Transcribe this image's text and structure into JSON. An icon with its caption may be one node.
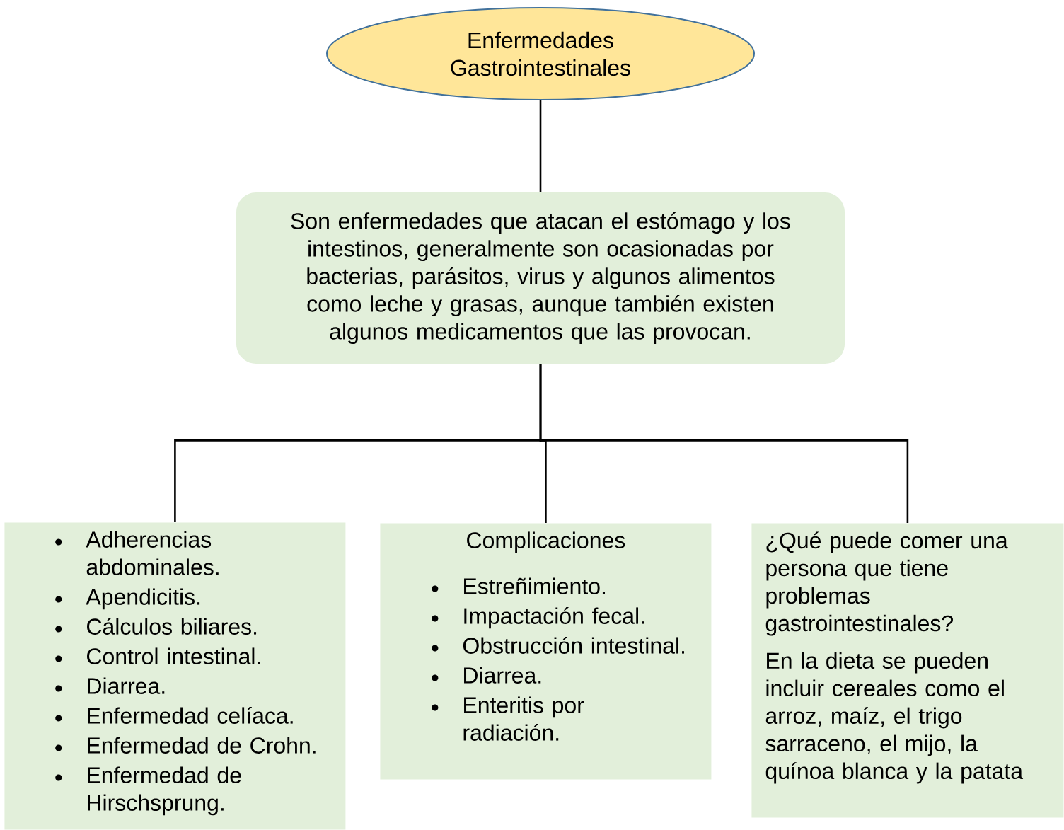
{
  "diagram": {
    "nodes": [
      {
        "text": [
          "Enfermedades Gastrointestinales"
        ]
      },
      {
        "text": [
          "Son enfermedades que atacan el estómago y los intestinos, generalmente son ocasionadas por bacterias, parásitos, virus y algunos alimentos como leche y grasas, aunque también existen algunos medicamentos que las provocan."
        ]
      },
      {
        "text": [
          "Adherencias abdominales.",
          "Apendicitis.",
          "Cálculos biliares.",
          "Control intestinal.",
          "Diarrea.",
          "Enfermedad celíaca.",
          "Enfermedad de Crohn.",
          "Enfermedad de Hirschsprung."
        ]
      },
      {
        "text": [
          "Complicaciones",
          "Estreñimiento.",
          "Impactación fecal.",
          "Obstrucción intestinal.",
          "Diarrea.",
          "Enteritis por radiación."
        ]
      },
      {
        "text": [
          "¿Qué puede comer una persona que tiene problemas gastrointestinales?",
          "En la dieta se pueden incluir cereales como el arroz, maíz, el trigo sarraceno, el mijo, la quínoa blanca y la patata"
        ]
      }
    ],
    "edges": [
      {
        "from": 0,
        "to": 1,
        "arrow": "none"
      },
      {
        "from": 1,
        "to": 2,
        "arrow": "none"
      },
      {
        "from": 1,
        "to": 3,
        "arrow": "none"
      },
      {
        "from": 1,
        "to": 4,
        "arrow": "none"
      }
    ]
  }
}
